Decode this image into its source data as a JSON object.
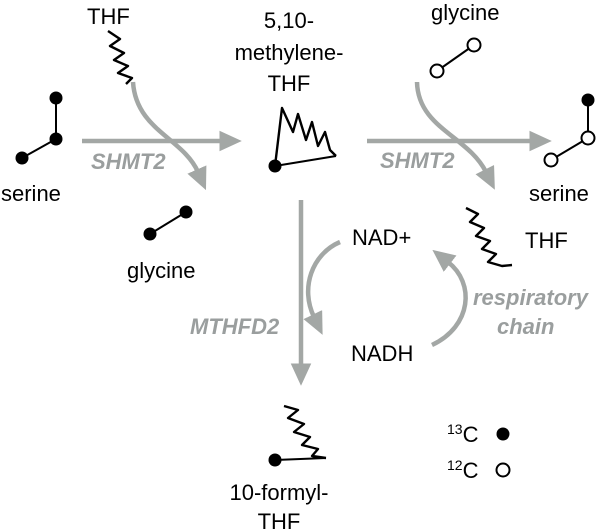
{
  "labels": {
    "thf_top": "THF",
    "methylene_thf_1": "5,10-",
    "methylene_thf_2": "methylene-",
    "methylene_thf_3": "THF",
    "glycine_top": "glycine",
    "serine_left": "serine",
    "glycine_left": "glycine",
    "serine_right": "serine",
    "thf_right": "THF",
    "nad_plus": "NAD+",
    "nadh": "NADH",
    "formyl_thf_1": "10-formyl-",
    "formyl_thf_2": "THF"
  },
  "enzymes": {
    "shmt2_left": "SHMT2",
    "shmt2_right": "SHMT2",
    "mthfd2": "MTHFD2",
    "respiratory_1": "respiratory",
    "respiratory_2": "chain"
  },
  "legend": {
    "c13_mass": "13",
    "c13_symbol": "C",
    "c12_mass": "12",
    "c12_symbol": "C"
  },
  "colors": {
    "arrow": "#a3a7a5",
    "enzyme_text": "#9a9e9e",
    "labeled_carbon_13C": "#000000",
    "unlabeled_carbon_12C": "#ffffff"
  }
}
